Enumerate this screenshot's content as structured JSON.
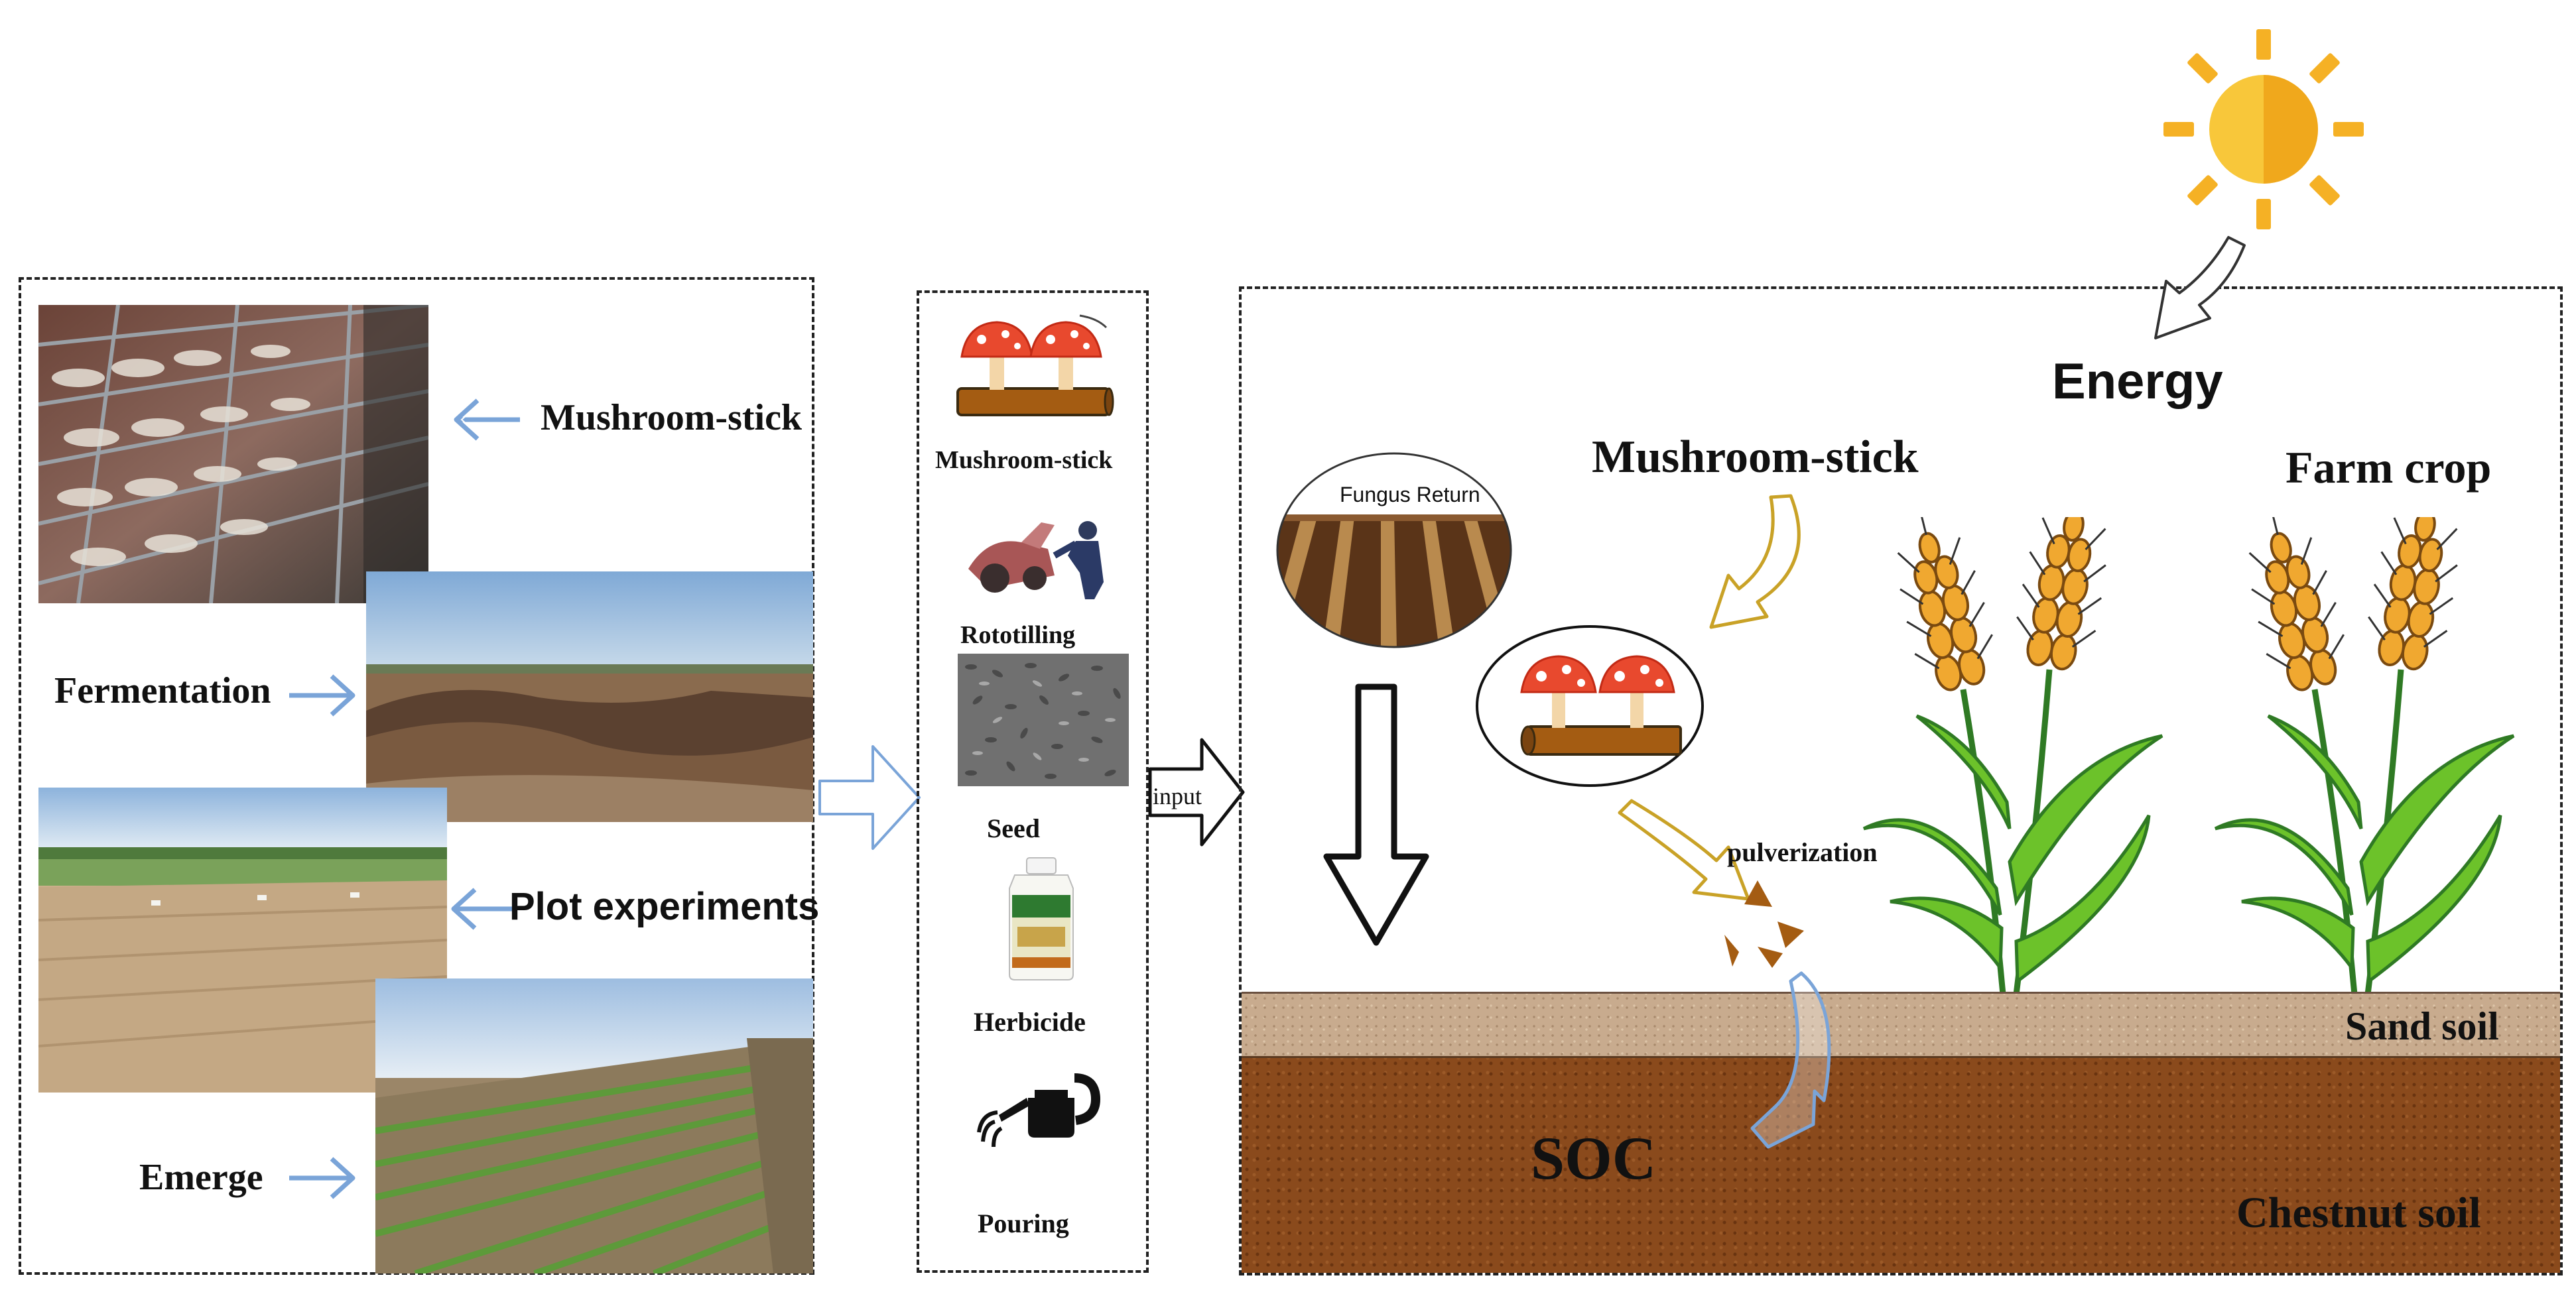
{
  "left_panel": {
    "steps": [
      {
        "label": "Mushroom-stick"
      },
      {
        "label": "Fermentation"
      },
      {
        "label": "Plot experiments"
      },
      {
        "label": "Emerge"
      }
    ]
  },
  "middle_panel": {
    "items": [
      {
        "label": "Mushroom-stick"
      },
      {
        "label": "Rototilling"
      },
      {
        "label": "Seed"
      },
      {
        "label": "Herbicide"
      },
      {
        "label": "Pouring"
      }
    ]
  },
  "connector": {
    "input_label": "input"
  },
  "right_panel": {
    "energy_label": "Energy",
    "mushroom_label": "Mushroom-stick",
    "crop_label": "Farm crop",
    "fungus_return_label": "Fungus Return",
    "pulverization_label": "pulverization",
    "soc_label": "SOC",
    "sand_soil_label": "Sand soil",
    "chestnut_soil_label": "Chestnut soil"
  },
  "colors": {
    "arrow_blue": "#7aa4d8",
    "arrow_gold": "#c9a227",
    "sun": "#f5b125",
    "sand_soil": "#c8ab8e",
    "chestnut_soil": "#8a4a1c",
    "wheat_green": "#6cc22a",
    "wheat_grain": "#f0a830"
  }
}
